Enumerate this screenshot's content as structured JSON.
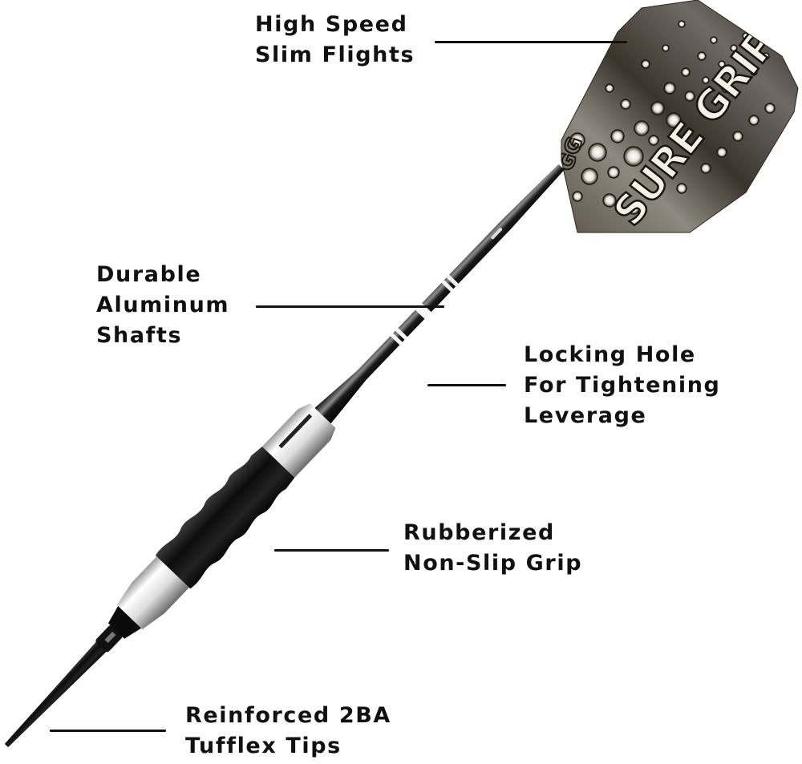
{
  "diagram": {
    "subject": "Sure Grip soft tip dart",
    "flight_print": {
      "brand_text": "SURE GRIP",
      "logo_text": "GG"
    },
    "callouts": [
      {
        "id": "flights",
        "lines": [
          "High Speed",
          "Slim Flights"
        ]
      },
      {
        "id": "shafts",
        "lines": [
          "Durable",
          "Aluminum",
          "Shafts"
        ]
      },
      {
        "id": "locking-hole",
        "lines": [
          "Locking Hole",
          "For Tightening",
          "Leverage"
        ]
      },
      {
        "id": "grip",
        "lines": [
          "Rubberized",
          "Non-Slip Grip"
        ]
      },
      {
        "id": "tips",
        "lines": [
          "Reinforced 2BA",
          "Tufflex Tips"
        ]
      }
    ]
  },
  "colors": {
    "text": "#111111",
    "background": "#ffffff",
    "barrel_black": "#111111",
    "chrome": "#e8e8e8"
  }
}
